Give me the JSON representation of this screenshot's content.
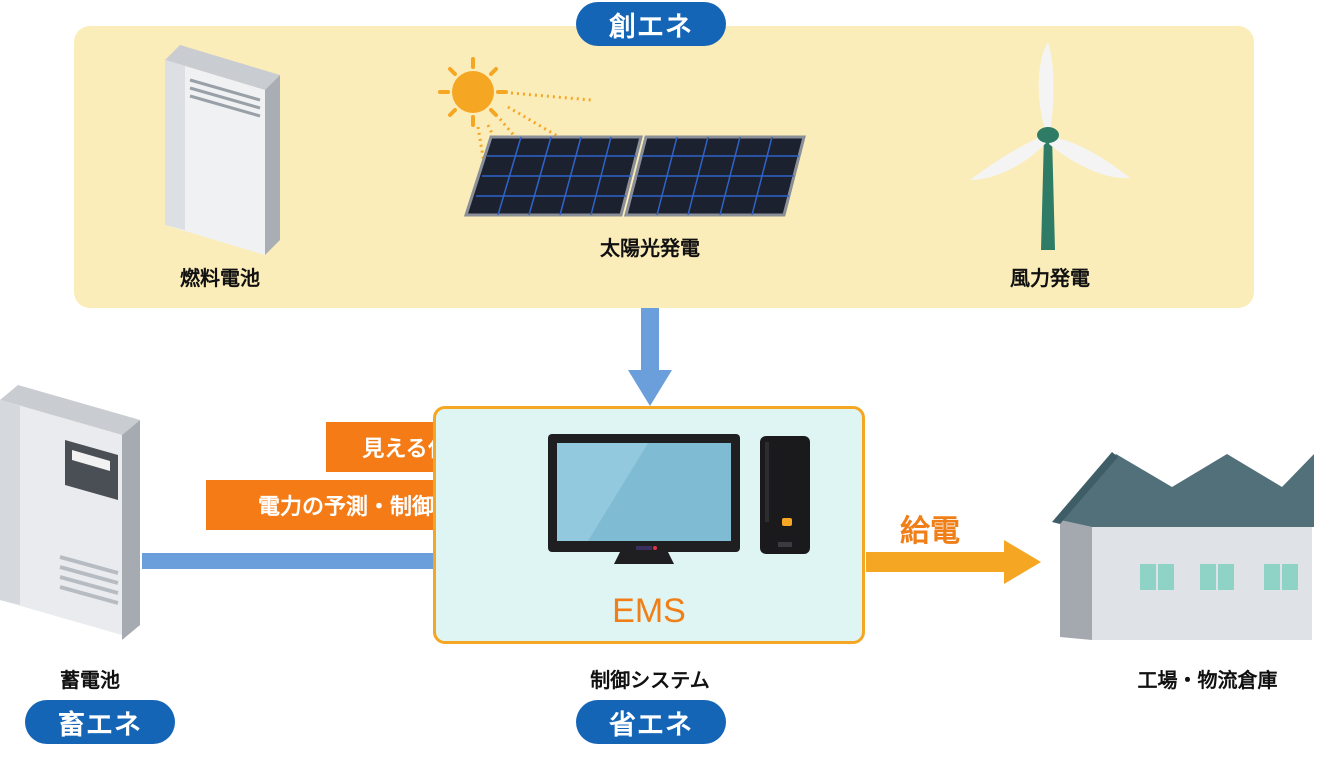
{
  "creation": {
    "badge": "創エネ",
    "items": [
      {
        "label": "燃料電池",
        "icon": "fuel-cell-icon"
      },
      {
        "label": "太陽光発電",
        "icon": "solar-panel-icon"
      },
      {
        "label": "風力発電",
        "icon": "wind-turbine-icon"
      }
    ]
  },
  "storage": {
    "label": "蓄電池",
    "badge": "畜エネ",
    "icon": "storage-battery-icon"
  },
  "ems": {
    "label": "EMS",
    "caption": "制御システム",
    "badge": "省エネ",
    "functions": [
      "見える化",
      "電力の予測・制御"
    ],
    "icons": [
      "monitor-icon",
      "pc-tower-icon"
    ]
  },
  "supply": {
    "label": "給電",
    "target": "工場・物流倉庫",
    "icon": "factory-icon"
  },
  "colors": {
    "badge_blue": "#1565b7",
    "panel_yellow": "#fbedb9",
    "accent_orange": "#f47b16",
    "connector_blue": "#6a9fdc",
    "ems_fill": "#dff5f3"
  }
}
